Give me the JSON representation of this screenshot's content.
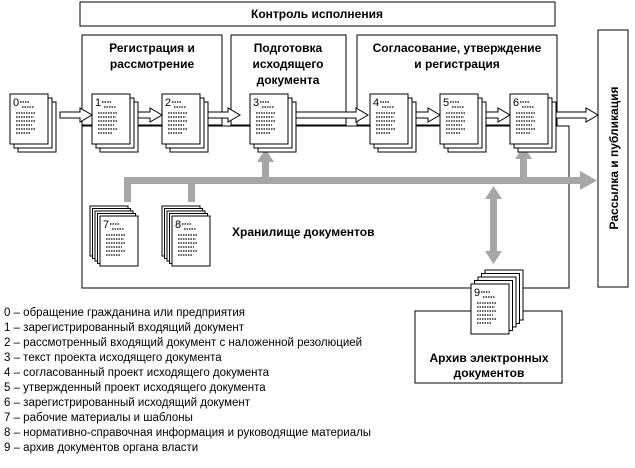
{
  "header": {
    "control_title": "Контроль исполнения"
  },
  "stages": {
    "registration": [
      "Регистрация и",
      "рассмотрение"
    ],
    "preparation": [
      "Подготовка",
      "исходящего",
      "документа"
    ],
    "approval": [
      "Согласование, утверждение",
      "и регистрация"
    ]
  },
  "side_box": {
    "label": "Рассылка и публикация"
  },
  "storage": {
    "label": "Хранилище документов"
  },
  "archive": {
    "label": [
      "Архив электронных",
      "документов"
    ]
  },
  "documents": {
    "d0": "0",
    "d1": "1",
    "d2": "2",
    "d3": "3",
    "d4": "4",
    "d5": "5",
    "d6": "6",
    "d7": "7",
    "d8": "8",
    "d9": "9"
  },
  "legend": [
    "0 – обращение гражданина или предприятия",
    "1 – зарегистрированный входящий документ",
    "2 – рассмотренный входящий документ с наложенной резолюцией",
    "3 – текст проекта исходящего документа",
    "4 – согласованный проект исходящего документа",
    "5 – утвержденный проект исходящего документа",
    "6 – зарегистрированный исходящий документ",
    "7 – рабочие материалы и шаблоны",
    "8 – нормативно-справочная информация и руководящие материалы",
    "9 – архив документов органа власти"
  ],
  "colors": {
    "flow": "#a6a6a6",
    "border": "#000000",
    "background": "#ffffff"
  }
}
